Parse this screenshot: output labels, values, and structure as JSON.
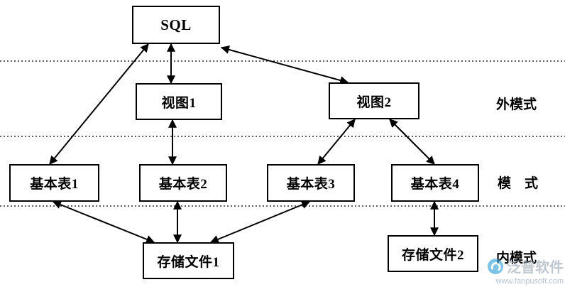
{
  "diagram": {
    "nodes": {
      "sql": {
        "label": "SQL"
      },
      "view1": {
        "label": "视图1"
      },
      "view2": {
        "label": "视图2"
      },
      "table1": {
        "label": "基本表1"
      },
      "table2": {
        "label": "基本表2"
      },
      "table3": {
        "label": "基本表3"
      },
      "table4": {
        "label": "基本表4"
      },
      "file1": {
        "label": "存储文件1"
      },
      "file2": {
        "label": "存储文件2"
      }
    },
    "layer_labels": {
      "external": "外模式",
      "conceptual": "模　式",
      "internal": "内模式"
    },
    "edges": [
      {
        "from": "sql",
        "to": "table1",
        "style": "double-arrow"
      },
      {
        "from": "sql",
        "to": "view1",
        "style": "double-arrow"
      },
      {
        "from": "sql",
        "to": "view2",
        "style": "double-arrow"
      },
      {
        "from": "view1",
        "to": "table2",
        "style": "double-arrow"
      },
      {
        "from": "view2",
        "to": "table3",
        "style": "double-arrow"
      },
      {
        "from": "view2",
        "to": "table4",
        "style": "double-arrow"
      },
      {
        "from": "table1",
        "to": "file1",
        "style": "double-arrow"
      },
      {
        "from": "table2",
        "to": "file1",
        "style": "double-arrow"
      },
      {
        "from": "table3",
        "to": "file1",
        "style": "double-arrow"
      },
      {
        "from": "table4",
        "to": "file2",
        "style": "double-arrow"
      }
    ],
    "colors": {
      "line": "#000000",
      "box_border": "#000000",
      "box_fill": "#ffffff",
      "watermark_blue": "#2d9fd8",
      "watermark_gray": "#9aa7b4"
    },
    "watermark": {
      "brand": "泛普软件",
      "url": "www.fanpusoft.com"
    }
  }
}
